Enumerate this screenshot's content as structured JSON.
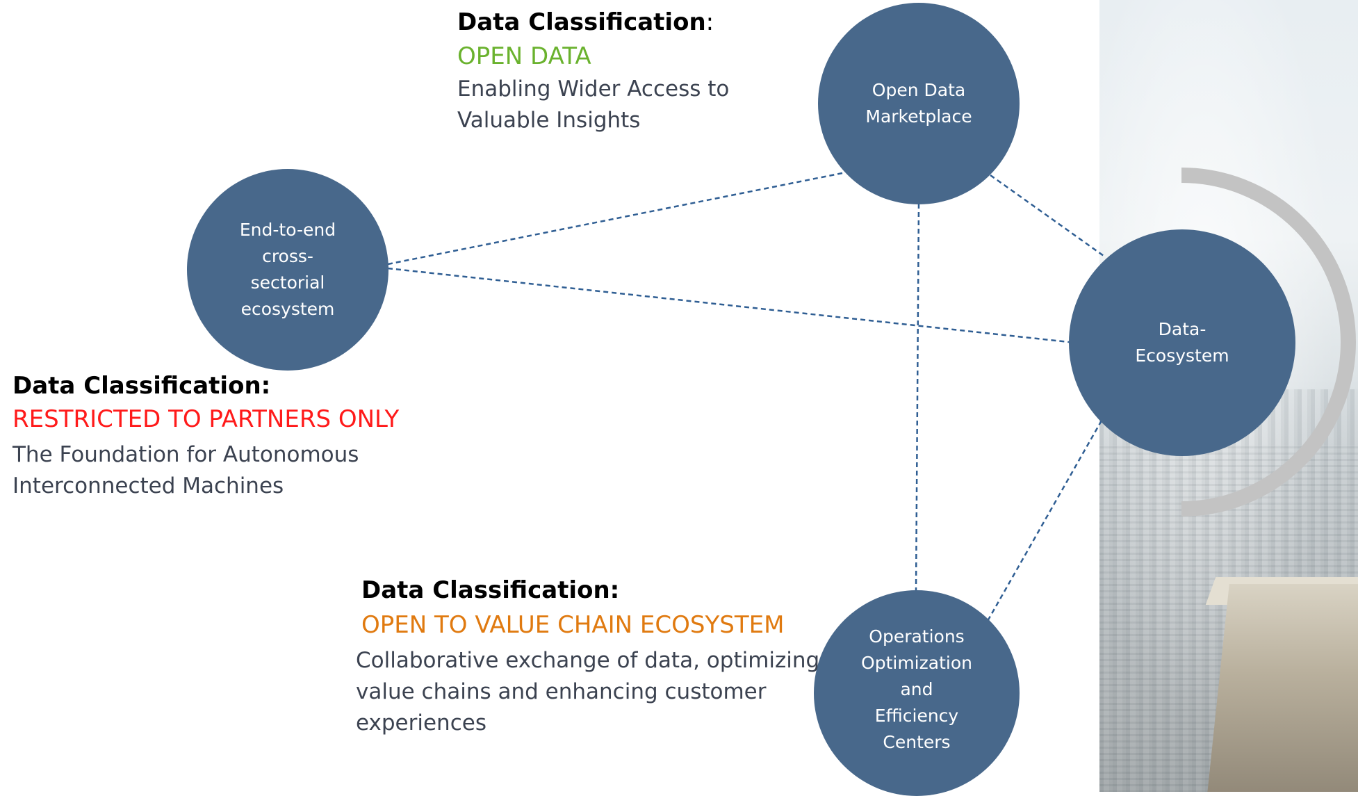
{
  "colors": {
    "node_fill": "#48688b",
    "connector": "#2f5e93",
    "arc": "#c3c3c3",
    "open_data": "#6ab22e",
    "restricted": "#ff1a1a",
    "value_chain": "#e07a10"
  },
  "nodes": {
    "open_data_marketplace": [
      "Open Data",
      "Marketplace"
    ],
    "cross_sectorial": [
      "End-to-end",
      "cross-",
      "sectorial",
      "ecosystem"
    ],
    "data_ecosystem": [
      "Data-",
      "Ecosystem"
    ],
    "operations": [
      "Operations",
      "Optimization",
      "and",
      "Efficiency",
      "Centers"
    ]
  },
  "blocks": {
    "open": {
      "heading": "Data Classification",
      "heading_suffix": ":",
      "value": "OPEN DATA",
      "description": [
        "Enabling Wider Access to",
        "Valuable Insights"
      ]
    },
    "restricted": {
      "heading": "Data Classification:",
      "value": "RESTRICTED TO PARTNERS ONLY",
      "description": [
        "The Foundation for Autonomous",
        "Interconnected Machines"
      ]
    },
    "value_chain": {
      "heading": "Data Classification:",
      "value": "OPEN TO VALUE CHAIN ECOSYSTEM",
      "description": [
        "Collaborative exchange of data, optimizing",
        "value chains and enhancing customer",
        "experiences"
      ]
    }
  }
}
